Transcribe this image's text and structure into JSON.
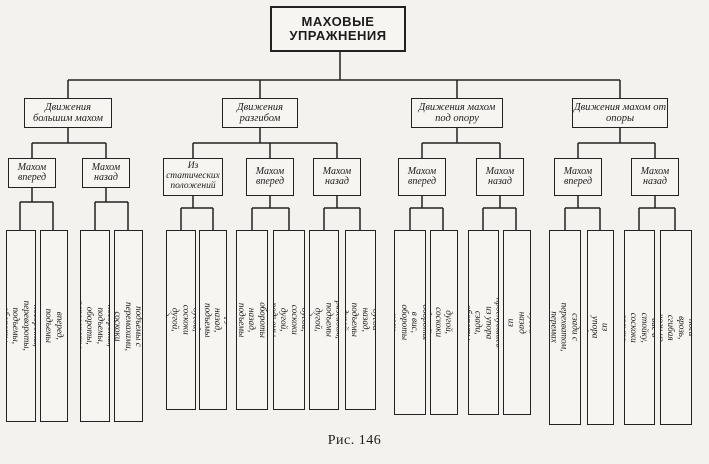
{
  "title_line1": "МАХОВЫЕ",
  "title_line2": "УПРАЖНЕНИЯ",
  "groups": [
    {
      "label": "Движения большим махом",
      "subs": [
        {
          "label": "Махом вперед",
          "leaves": [
            "Махи, повороты, перевороты, подъемы, обороты, соскоки",
            "Соскоки махом вперед, подъемы махом вперед"
          ]
        },
        {
          "label": "Махом назад",
          "leaves": [
            "Махи, повороты, подъемы, обороты, перевороты, соскоки",
            "Перемахи, подъемы с перемахами, соскоки „литом”"
          ]
        }
      ]
    },
    {
      "label": "Движения разгибом",
      "subs": [
        {
          "label": "Из статических положений",
          "leaves": [
            "Махи дугой, соскоки дугой, подъемы разгибом",
            "Выкруты назад, подъемы назад"
          ]
        },
        {
          "label": "Махом вперед",
          "leaves": [
            "Подъемы назад, обороты назад, подъемы разгибом назад",
            "Махи дугой, соскоки дугой, подъемы дугой"
          ]
        },
        {
          "label": "Махом назад",
          "leaves": [
            "Подъемы разгибом, подъемы дугой, подъемы дугой",
            "Махи дугой назад, подъемы дугой назад"
          ]
        }
      ]
    },
    {
      "label": "Движения махом под опору",
      "subs": [
        {
          "label": "Махом вперед",
          "leaves": [
            "Обороты в упоре, обороты в вис, обороты ноги врозь „сзади”",
            "Махи дугой, соскоки дугой"
          ]
        },
        {
          "label": "Махом назад",
          "leaves": [
            "Обороты прогнувшись из упора сзади, обороты ноги врозь",
            "Махи дугой назад из упора сзади"
          ]
        }
      ]
    },
    {
      "label": "Движения махом от опоры",
      "subs": [
        {
          "label": "Махом вперед",
          "leaves": [
            "Вспрыгивания из упора сзади с перехватом, перемах назад, через голову",
            "Соскоки из упора сзади"
          ]
        },
        {
          "label": "Махом назад",
          "leaves": [
            "Махи в вис в стойку, соскоки сальто вперед",
            "Соскоки ноги врозь, сгибая ноги из упора"
          ]
        }
      ]
    }
  ],
  "caption": "Рис. 146"
}
